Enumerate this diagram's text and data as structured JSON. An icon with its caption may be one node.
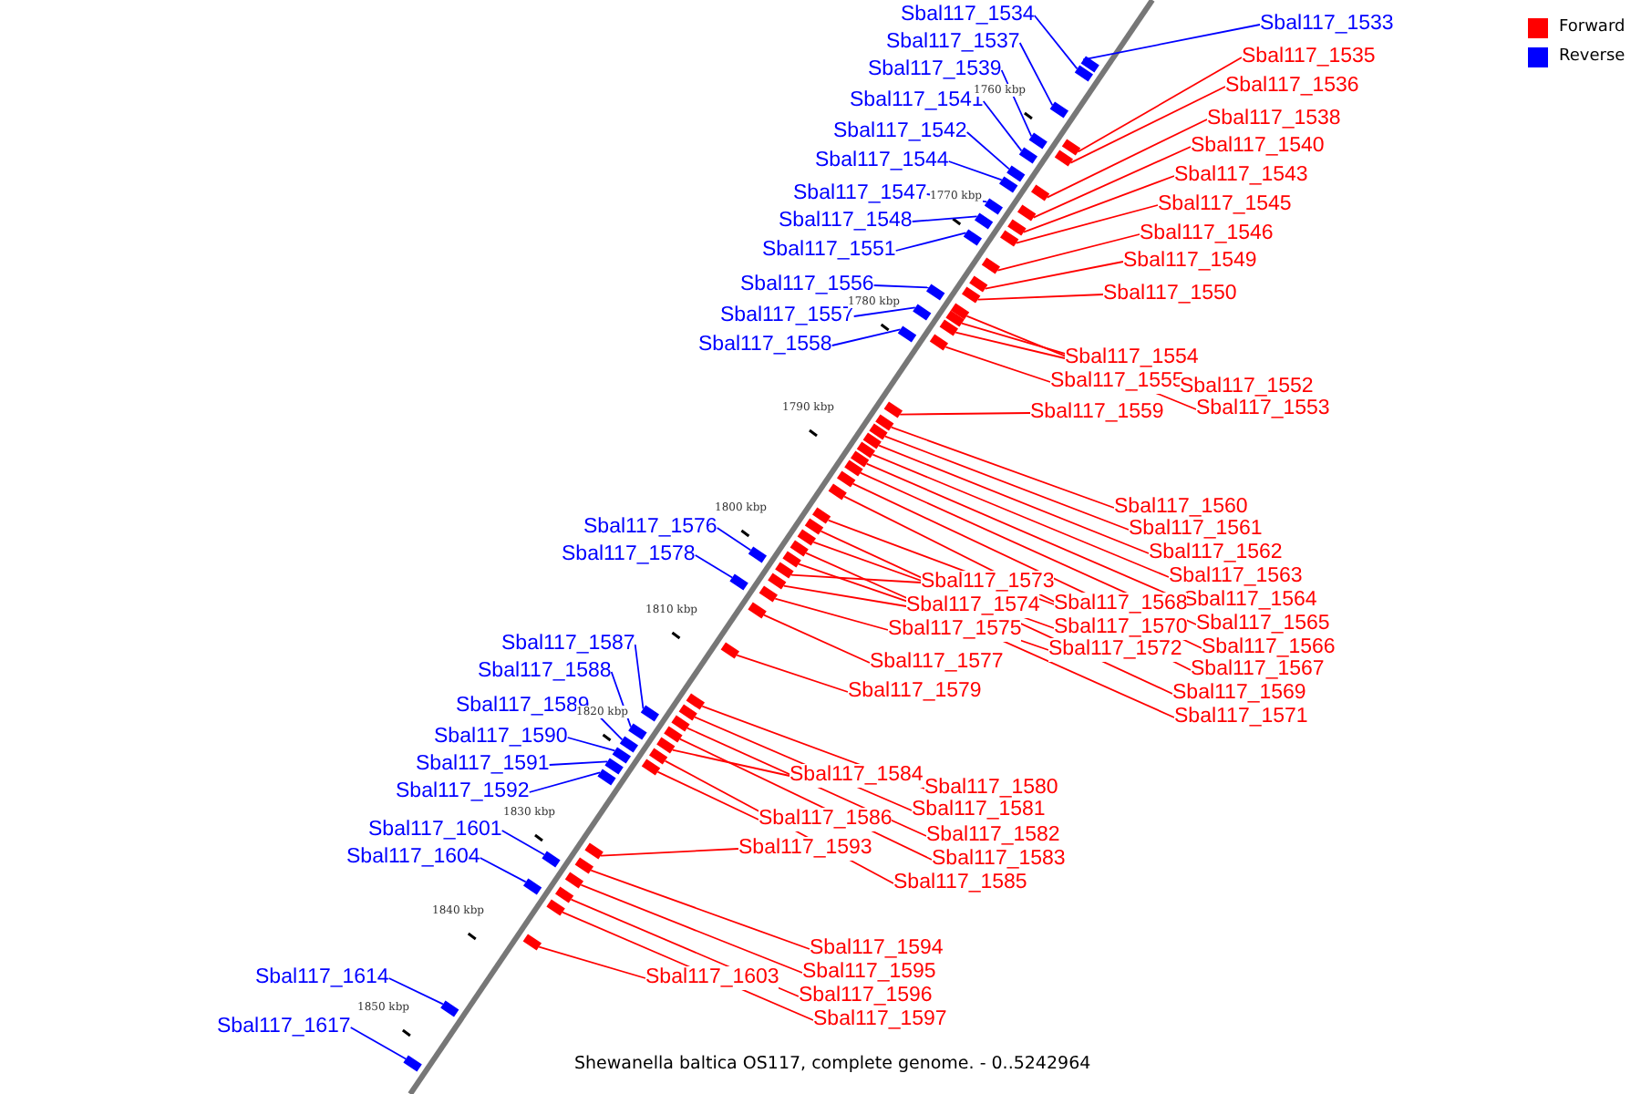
{
  "diagram": {
    "caption": "Shewanella baltica OS117, complete genome. - 0..5242964",
    "nodes": [
      {
        "text": [
          "Sbal117_1534"
        ]
      },
      {
        "text": [
          "Sbal117_1537"
        ]
      },
      {
        "text": [
          "Sbal117_1539"
        ]
      },
      {
        "text": [
          "Sbal117_1541"
        ]
      },
      {
        "text": [
          "Sbal117_1542"
        ]
      },
      {
        "text": [
          "Sbal117_1544"
        ]
      },
      {
        "text": [
          "Sbal117_1547"
        ]
      },
      {
        "text": [
          "Sbal117_1548"
        ]
      },
      {
        "text": [
          "Sbal117_1551"
        ]
      },
      {
        "text": [
          "Sbal117_1556"
        ]
      },
      {
        "text": [
          "Sbal117_1557"
        ]
      },
      {
        "text": [
          "Sbal117_1558"
        ]
      },
      {
        "text": [
          "Sbal117_1576"
        ]
      },
      {
        "text": [
          "Sbal117_1578"
        ]
      },
      {
        "text": [
          "Sbal117_1587"
        ]
      },
      {
        "text": [
          "Sbal117_1588"
        ]
      },
      {
        "text": [
          "Sbal117_1589"
        ]
      },
      {
        "text": [
          "Sbal117_1590"
        ]
      },
      {
        "text": [
          "Sbal117_1591"
        ]
      },
      {
        "text": [
          "Sbal117_1592"
        ]
      },
      {
        "text": [
          "Sbal117_1601"
        ]
      },
      {
        "text": [
          "Sbal117_1604"
        ]
      },
      {
        "text": [
          "Sbal117_1614"
        ]
      },
      {
        "text": [
          "Sbal117_1617"
        ]
      },
      {
        "text": [
          "Sbal117_1533"
        ]
      },
      {
        "text": [
          "Sbal117_1535"
        ]
      },
      {
        "text": [
          "Sbal117_1536"
        ]
      },
      {
        "text": [
          "Sbal117_1538"
        ]
      },
      {
        "text": [
          "Sbal117_1540"
        ]
      },
      {
        "text": [
          "Sbal117_1543"
        ]
      },
      {
        "text": [
          "Sbal117_1545"
        ]
      },
      {
        "text": [
          "Sbal117_1546"
        ]
      },
      {
        "text": [
          "Sbal117_1549"
        ]
      },
      {
        "text": [
          "Sbal117_1550"
        ]
      },
      {
        "text": [
          "Sbal117_1554"
        ]
      },
      {
        "text": [
          "Sbal117_1555"
        ]
      },
      {
        "text": [
          "Sbal117_1552"
        ]
      },
      {
        "text": [
          "Sbal117_1553"
        ]
      },
      {
        "text": [
          "Sbal117_1559"
        ]
      },
      {
        "text": [
          "Sbal117_1560"
        ]
      },
      {
        "text": [
          "Sbal117_1561"
        ]
      },
      {
        "text": [
          "Sbal117_1562"
        ]
      },
      {
        "text": [
          "Sbal117_1563"
        ]
      },
      {
        "text": [
          "Sbal117_1564"
        ]
      },
      {
        "text": [
          "Sbal117_1565"
        ]
      },
      {
        "text": [
          "Sbal117_1566"
        ]
      },
      {
        "text": [
          "Sbal117_1567"
        ]
      },
      {
        "text": [
          "Sbal117_1568"
        ]
      },
      {
        "text": [
          "Sbal117_1569"
        ]
      },
      {
        "text": [
          "Sbal117_1570"
        ]
      },
      {
        "text": [
          "Sbal117_1571"
        ]
      },
      {
        "text": [
          "Sbal117_1572"
        ]
      },
      {
        "text": [
          "Sbal117_1573"
        ]
      },
      {
        "text": [
          "Sbal117_1574"
        ]
      },
      {
        "text": [
          "Sbal117_1575"
        ]
      },
      {
        "text": [
          "Sbal117_1577"
        ]
      },
      {
        "text": [
          "Sbal117_1579"
        ]
      },
      {
        "text": [
          "Sbal117_1580"
        ]
      },
      {
        "text": [
          "Sbal117_1581"
        ]
      },
      {
        "text": [
          "Sbal117_1582"
        ]
      },
      {
        "text": [
          "Sbal117_1583"
        ]
      },
      {
        "text": [
          "Sbal117_1584"
        ]
      },
      {
        "text": [
          "Sbal117_1585"
        ]
      },
      {
        "text": [
          "Sbal117_1586"
        ]
      },
      {
        "text": [
          "Sbal117_1593"
        ]
      },
      {
        "text": [
          "Sbal117_1594"
        ]
      },
      {
        "text": [
          "Sbal117_1595"
        ]
      },
      {
        "text": [
          "Sbal117_1596"
        ]
      },
      {
        "text": [
          "Sbal117_1597"
        ]
      },
      {
        "text": [
          "Sbal117_1603"
        ]
      },
      {
        "text": [],
        "shape": "box"
      },
      {
        "text": [],
        "shape": "box"
      },
      {
        "text": [],
        "shape": "box"
      },
      {
        "text": [],
        "shape": "box"
      },
      {
        "text": [],
        "shape": "box"
      },
      {
        "text": [],
        "shape": "box"
      },
      {
        "text": [],
        "shape": "box"
      },
      {
        "text": [],
        "shape": "box"
      },
      {
        "text": [],
        "shape": "box"
      },
      {
        "text": [],
        "shape": "box"
      },
      {
        "text": [],
        "shape": "box"
      },
      {
        "text": [],
        "shape": "box"
      },
      {
        "text": [],
        "shape": "box"
      },
      {
        "text": [],
        "shape": "box"
      },
      {
        "text": [],
        "shape": "box"
      },
      {
        "text": [],
        "shape": "box"
      },
      {
        "text": [],
        "shape": "box"
      },
      {
        "text": [],
        "shape": "box"
      },
      {
        "text": [],
        "shape": "box"
      },
      {
        "text": [],
        "shape": "box"
      },
      {
        "text": [],
        "shape": "box"
      },
      {
        "text": [],
        "shape": "box"
      },
      {
        "text": [],
        "shape": "box"
      },
      {
        "text": [],
        "shape": "box"
      },
      {
        "text": [],
        "shape": "box"
      },
      {
        "text": [],
        "shape": "box"
      },
      {
        "text": [],
        "shape": "box"
      },
      {
        "text": [],
        "shape": "box"
      },
      {
        "text": [],
        "shape": "box"
      },
      {
        "text": [],
        "shape": "box"
      },
      {
        "text": [],
        "shape": "box"
      },
      {
        "text": [],
        "shape": "box"
      },
      {
        "text": [],
        "shape": "box"
      },
      {
        "text": [],
        "shape": "box"
      },
      {
        "text": [],
        "shape": "box"
      },
      {
        "text": [],
        "shape": "box"
      },
      {
        "text": [],
        "shape": "box"
      },
      {
        "text": [],
        "shape": "box"
      },
      {
        "text": [],
        "shape": "box"
      },
      {
        "text": [],
        "shape": "box"
      },
      {
        "text": [],
        "shape": "box"
      },
      {
        "text": [],
        "shape": "box"
      },
      {
        "text": [],
        "shape": "box"
      },
      {
        "text": [],
        "shape": "box"
      },
      {
        "text": [],
        "shape": "box"
      },
      {
        "text": [],
        "shape": "box"
      },
      {
        "text": [],
        "shape": "box"
      },
      {
        "text": [],
        "shape": "box"
      },
      {
        "text": [],
        "shape": "box"
      },
      {
        "text": [],
        "shape": "box"
      },
      {
        "text": [],
        "shape": "box"
      },
      {
        "text": [],
        "shape": "box"
      },
      {
        "text": [],
        "shape": "box"
      },
      {
        "text": [],
        "shape": "box"
      },
      {
        "text": [],
        "shape": "box"
      },
      {
        "text": [],
        "shape": "box"
      },
      {
        "text": [],
        "shape": "box"
      },
      {
        "text": [],
        "shape": "box"
      },
      {
        "text": [],
        "shape": "box"
      },
      {
        "text": [],
        "shape": "box"
      },
      {
        "text": [],
        "shape": "box"
      },
      {
        "text": [],
        "shape": "box"
      },
      {
        "text": [],
        "shape": "box"
      },
      {
        "text": [],
        "shape": "box"
      },
      {
        "text": [],
        "shape": "box"
      },
      {
        "text": [],
        "shape": "box"
      },
      {
        "text": [],
        "shape": "box"
      },
      {
        "text": [],
        "shape": "box"
      },
      {
        "text": [],
        "shape": "box"
      },
      {
        "text": [],
        "shape": "box"
      }
    ],
    "edges": [
      {
        "from": 0,
        "to": 70,
        "arrow": "none",
        "color": "#0000ff"
      },
      {
        "from": 1,
        "to": 71,
        "arrow": "none",
        "color": "#0000ff"
      },
      {
        "from": 2,
        "to": 72,
        "arrow": "none",
        "color": "#0000ff"
      },
      {
        "from": 3,
        "to": 73,
        "arrow": "none",
        "color": "#0000ff"
      },
      {
        "from": 4,
        "to": 74,
        "arrow": "none",
        "color": "#0000ff"
      },
      {
        "from": 5,
        "to": 75,
        "arrow": "none",
        "color": "#0000ff"
      },
      {
        "from": 6,
        "to": 76,
        "arrow": "none",
        "color": "#0000ff"
      },
      {
        "from": 7,
        "to": 77,
        "arrow": "none",
        "color": "#0000ff"
      },
      {
        "from": 8,
        "to": 78,
        "arrow": "none",
        "color": "#0000ff"
      },
      {
        "from": 9,
        "to": 79,
        "arrow": "none",
        "color": "#0000ff"
      },
      {
        "from": 10,
        "to": 80,
        "arrow": "none",
        "color": "#0000ff"
      },
      {
        "from": 11,
        "to": 81,
        "arrow": "none",
        "color": "#0000ff"
      },
      {
        "from": 12,
        "to": 82,
        "arrow": "none",
        "color": "#0000ff"
      },
      {
        "from": 13,
        "to": 83,
        "arrow": "none",
        "color": "#0000ff"
      },
      {
        "from": 14,
        "to": 84,
        "arrow": "none",
        "color": "#0000ff"
      },
      {
        "from": 15,
        "to": 85,
        "arrow": "none",
        "color": "#0000ff"
      },
      {
        "from": 16,
        "to": 86,
        "arrow": "none",
        "color": "#0000ff"
      },
      {
        "from": 17,
        "to": 87,
        "arrow": "none",
        "color": "#0000ff"
      },
      {
        "from": 18,
        "to": 88,
        "arrow": "none",
        "color": "#0000ff"
      },
      {
        "from": 19,
        "to": 89,
        "arrow": "none",
        "color": "#0000ff"
      },
      {
        "from": 20,
        "to": 90,
        "arrow": "none",
        "color": "#0000ff"
      },
      {
        "from": 21,
        "to": 91,
        "arrow": "none",
        "color": "#0000ff"
      },
      {
        "from": 22,
        "to": 92,
        "arrow": "none",
        "color": "#0000ff"
      },
      {
        "from": 23,
        "to": 93,
        "arrow": "none",
        "color": "#0000ff"
      },
      {
        "from": 24,
        "to": 94,
        "arrow": "none",
        "color": "#0000ff"
      },
      {
        "from": 25,
        "to": 95,
        "arrow": "none"
      },
      {
        "from": 26,
        "to": 96,
        "arrow": "none"
      },
      {
        "from": 27,
        "to": 97,
        "arrow": "none"
      },
      {
        "from": 28,
        "to": 98,
        "arrow": "none"
      },
      {
        "from": 29,
        "to": 99,
        "arrow": "none"
      },
      {
        "from": 30,
        "to": 100,
        "arrow": "none"
      },
      {
        "from": 31,
        "to": 101,
        "arrow": "none"
      },
      {
        "from": 32,
        "to": 102,
        "arrow": "none"
      },
      {
        "from": 33,
        "to": 103,
        "arrow": "none"
      },
      {
        "from": 34,
        "to": 104,
        "arrow": "none"
      },
      {
        "from": 35,
        "to": 105,
        "arrow": "none"
      },
      {
        "from": 36,
        "to": 106,
        "arrow": "none"
      },
      {
        "from": 37,
        "to": 107,
        "arrow": "none"
      },
      {
        "from": 38,
        "to": 108,
        "arrow": "none"
      },
      {
        "from": 39,
        "to": 109,
        "arrow": "none"
      },
      {
        "from": 40,
        "to": 110,
        "arrow": "none"
      },
      {
        "from": 41,
        "to": 111,
        "arrow": "none"
      },
      {
        "from": 42,
        "to": 112,
        "arrow": "none"
      },
      {
        "from": 43,
        "to": 113,
        "arrow": "none"
      },
      {
        "from": 44,
        "to": 114,
        "arrow": "none"
      },
      {
        "from": 45,
        "to": 115,
        "arrow": "none"
      },
      {
        "from": 46,
        "to": 116,
        "arrow": "none"
      },
      {
        "from": 47,
        "to": 117,
        "arrow": "none"
      },
      {
        "from": 48,
        "to": 118,
        "arrow": "none"
      },
      {
        "from": 49,
        "to": 119,
        "arrow": "none"
      },
      {
        "from": 50,
        "to": 120,
        "arrow": "none"
      },
      {
        "from": 51,
        "to": 121,
        "arrow": "none"
      },
      {
        "from": 52,
        "to": 122,
        "arrow": "none"
      },
      {
        "from": 53,
        "to": 123,
        "arrow": "none"
      },
      {
        "from": 54,
        "to": 124,
        "arrow": "none"
      },
      {
        "from": 55,
        "to": 125,
        "arrow": "none"
      },
      {
        "from": 56,
        "to": 126,
        "arrow": "none"
      },
      {
        "from": 57,
        "to": 127,
        "arrow": "none"
      },
      {
        "from": 58,
        "to": 128,
        "arrow": "none"
      },
      {
        "from": 59,
        "to": 129,
        "arrow": "none"
      },
      {
        "from": 60,
        "to": 130,
        "arrow": "none"
      },
      {
        "from": 61,
        "to": 131,
        "arrow": "none"
      },
      {
        "from": 62,
        "to": 132,
        "arrow": "none"
      },
      {
        "from": 63,
        "to": 133,
        "arrow": "none"
      },
      {
        "from": 64,
        "to": 134,
        "arrow": "none"
      },
      {
        "from": 65,
        "to": 135,
        "arrow": "none"
      },
      {
        "from": 66,
        "to": 136,
        "arrow": "none"
      },
      {
        "from": 67,
        "to": 137,
        "arrow": "none"
      },
      {
        "from": 68,
        "to": 138,
        "arrow": "none"
      },
      {
        "from": 69,
        "to": 139,
        "arrow": "none"
      }
    ],
    "labels": [
      "1760 kbp",
      "1770 kbp",
      "1780 kbp",
      "1790 kbp",
      "1800 kbp",
      "1810 kbp",
      "1820 kbp",
      "1830 kbp",
      "1840 kbp",
      "1850 kbp"
    ],
    "legend": [
      {
        "text": "Forward",
        "color": "#ff0000"
      },
      {
        "text": "Reverse",
        "color": "#0000ff"
      }
    ]
  }
}
